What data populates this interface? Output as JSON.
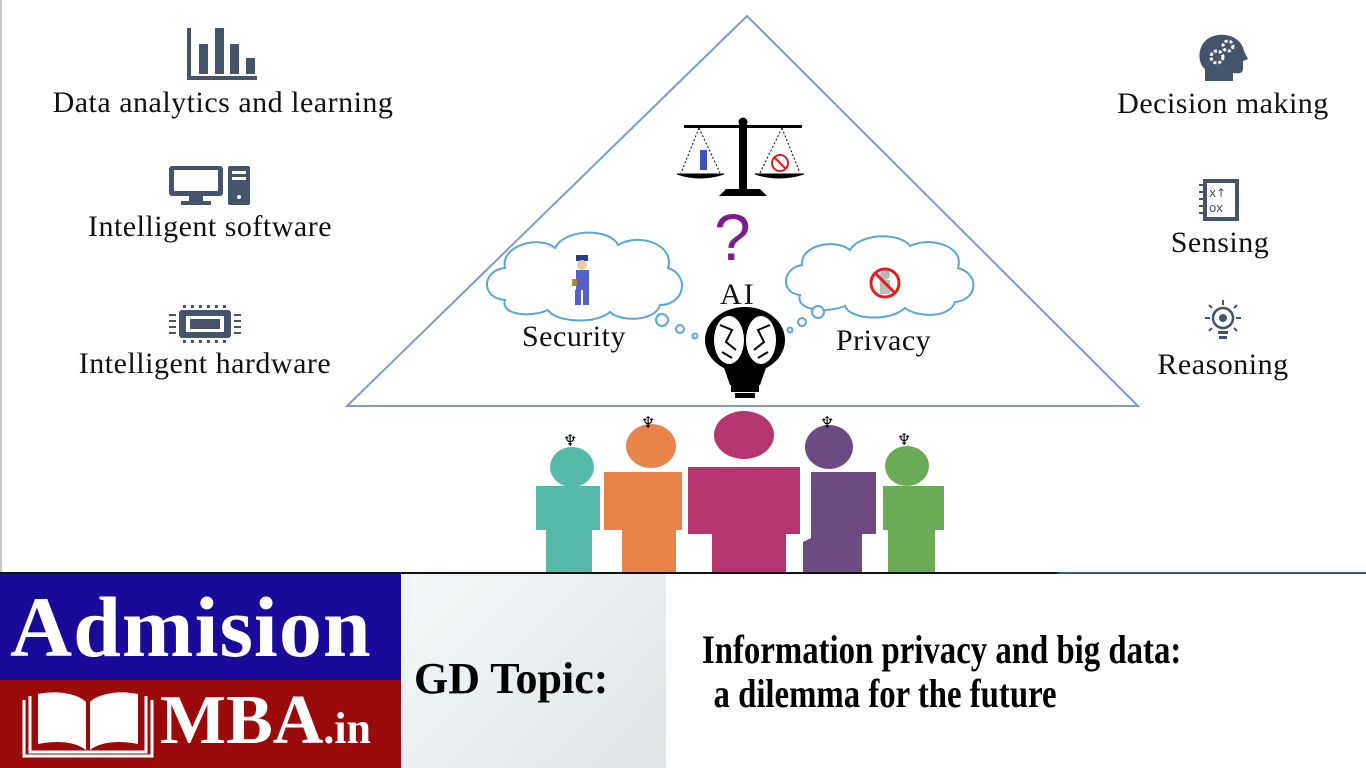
{
  "diagram": {
    "left_features": [
      {
        "label": "Data analytics and learning",
        "icon": "bar-chart-icon"
      },
      {
        "label": "Intelligent software",
        "icon": "desktop-computer-icon"
      },
      {
        "label": "Intelligent hardware",
        "icon": "microchip-icon"
      }
    ],
    "right_features": [
      {
        "label": "Decision making",
        "icon": "head-gears-icon"
      },
      {
        "label": "Sensing",
        "icon": "strategy-notebook-icon"
      },
      {
        "label": "Reasoning",
        "icon": "lightbulb-gear-icon"
      }
    ],
    "center": {
      "scale_icon": "balance-scale-icon",
      "question_mark": "?",
      "ai_label": "AI",
      "brain_icon": "brain-lightbulb-icon",
      "left_cloud_label": "Security",
      "left_cloud_icon": "police-officer-icon",
      "right_cloud_label": "Privacy",
      "right_cloud_icon": "no-entry-person-icon"
    },
    "people_colors": [
      "#55bba8",
      "#e8834a",
      "#b5356f",
      "#6e4a82",
      "#6aac55"
    ],
    "triangle_color": "#7b9bd1",
    "icon_color": "#44546a"
  },
  "banner": {
    "logo_line1": "Admision",
    "logo_line2": "MBA",
    "logo_tld": ".in",
    "logo_colors": {
      "top": "#1a0a9a",
      "bottom": "#9b0a0a"
    },
    "gd_label": "GD Topic:",
    "topic_line1": "Information privacy and big data:",
    "topic_line2": "a dilemma for the future"
  }
}
